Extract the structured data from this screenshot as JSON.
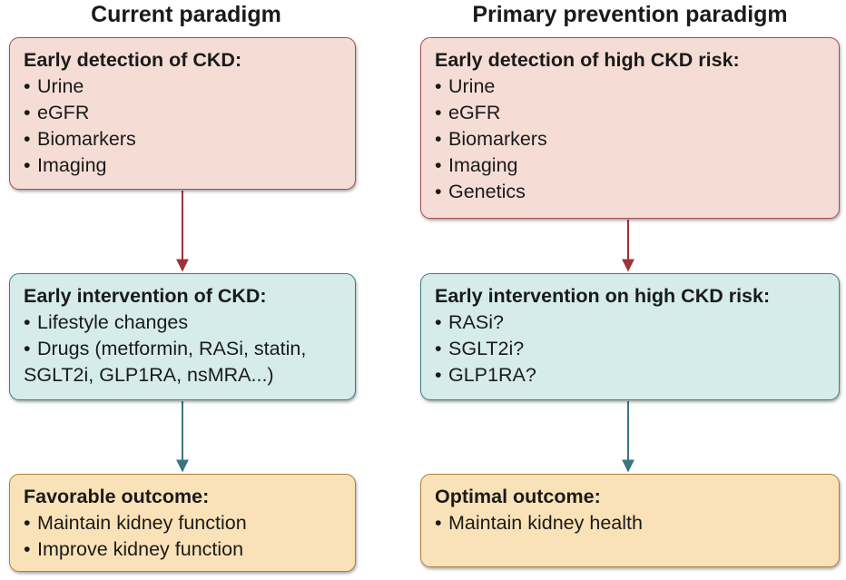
{
  "columns": [
    {
      "title": "Current paradigm",
      "boxes": [
        {
          "title": "Early detection of CKD:",
          "items": [
            "Urine",
            "eGFR",
            "Biomarkers",
            "Imaging"
          ]
        },
        {
          "title": "Early intervention of CKD:",
          "items": [
            "Lifestyle changes",
            "Drugs (metformin, RASi, statin,"
          ],
          "continuation": "SGLT2i, GLP1RA, nsMRA...)"
        },
        {
          "title": "Favorable outcome:",
          "items": [
            "Maintain kidney function",
            "Improve kidney function"
          ]
        }
      ]
    },
    {
      "title": "Primary prevention paradigm",
      "boxes": [
        {
          "title": "Early detection of high CKD risk:",
          "items": [
            "Urine",
            "eGFR",
            "Biomarkers",
            "Imaging",
            "Genetics"
          ]
        },
        {
          "title": "Early intervention on high CKD risk:",
          "items": [
            "RASi?",
            "SGLT2i?",
            "GLP1RA?"
          ]
        },
        {
          "title": "Optimal outcome:",
          "items": [
            "Maintain kidney health"
          ]
        }
      ]
    }
  ],
  "bullet": "•",
  "colors": {
    "detection_fill": "#f5ddd6",
    "detection_border": "#a05050",
    "intervention_fill": "#d5ecea",
    "intervention_border": "#3f7e86",
    "outcome_fill": "#fae2b8",
    "outcome_border": "#b08040",
    "arrow_red": "#a0303a",
    "arrow_teal": "#3a7580"
  }
}
